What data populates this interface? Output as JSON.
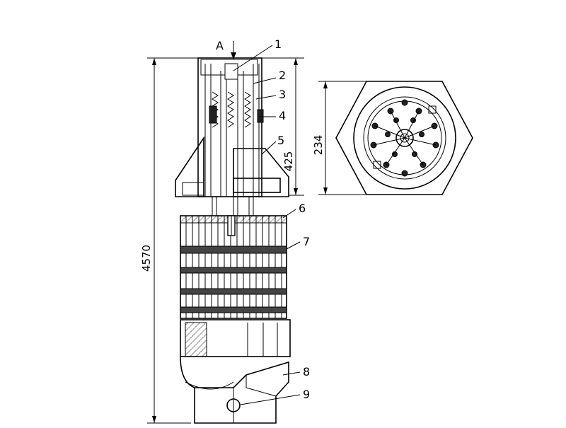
{
  "view_label": "A",
  "callouts": [
    "1",
    "2",
    "3",
    "4",
    "5",
    "6",
    "7",
    "8",
    "9"
  ],
  "dimensions": {
    "total_height": "4570",
    "head_height": "425",
    "flat_width": "234"
  }
}
